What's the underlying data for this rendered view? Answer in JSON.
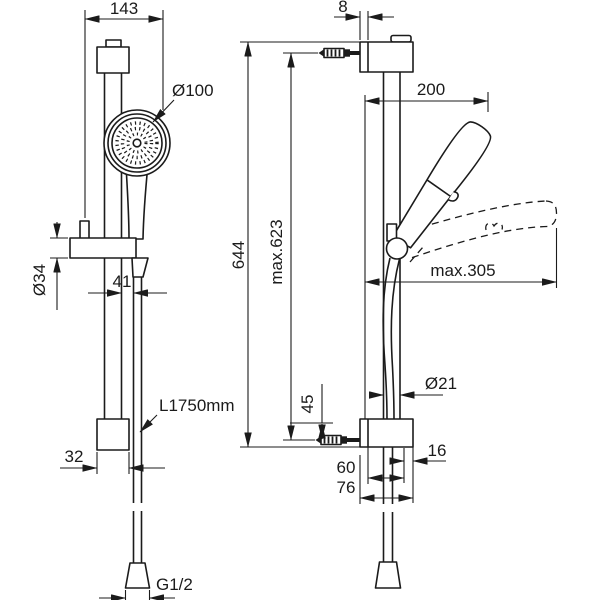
{
  "drawing": {
    "kind": "technical-dimension-drawing",
    "subject": "shower slide-rail set, front view and side view",
    "line_color": "#1b1b1b",
    "background_color": "#ffffff"
  },
  "labels": {
    "front_overall_width": "143",
    "wall_flange_depth": "8",
    "head_diameter": "Ø100",
    "top_reach": "200",
    "overall_height": "644",
    "max_height": "max.623",
    "max_reach": "max.305",
    "holder_size": "Ø34",
    "hose_offset": "41",
    "rail_diameter": "Ø21",
    "screw_offset": "45",
    "hose_length": "L1750mm",
    "bracket_width": "32",
    "bottom_offset_60": "60",
    "bottom_offset_76": "76",
    "bottom_offset_16": "16",
    "thread_size": "G1/2"
  }
}
